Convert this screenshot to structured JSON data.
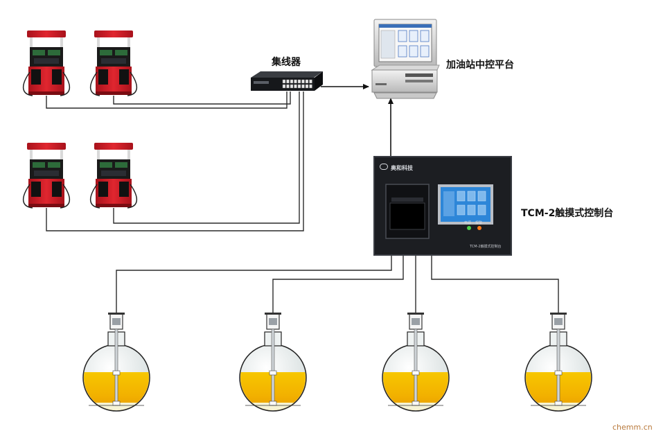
{
  "labels": {
    "hub": "集线器",
    "control_platform": "加油站中控平台",
    "console": "TCM-2触摸式控制台",
    "console_brand": "奥和科技",
    "console_caption": "TCM-2触摸式控制台",
    "indicator_left": "电源",
    "indicator_right": "报警"
  },
  "watermark": "chemm.cn",
  "colors": {
    "dispenser_red": "#d4202a",
    "dispenser_dark": "#1a1a1a",
    "cable": "#2a2a2a",
    "console_body": "#1c1e22",
    "screen_blue": "#2d86d8",
    "fuel": "#f2b400",
    "tank_glass": "#e9eeee"
  },
  "icons": [
    "fuel-dispenser-icon",
    "network-hub-icon",
    "computer-icon",
    "touch-console-icon",
    "fuel-tank-probe-icon"
  ]
}
